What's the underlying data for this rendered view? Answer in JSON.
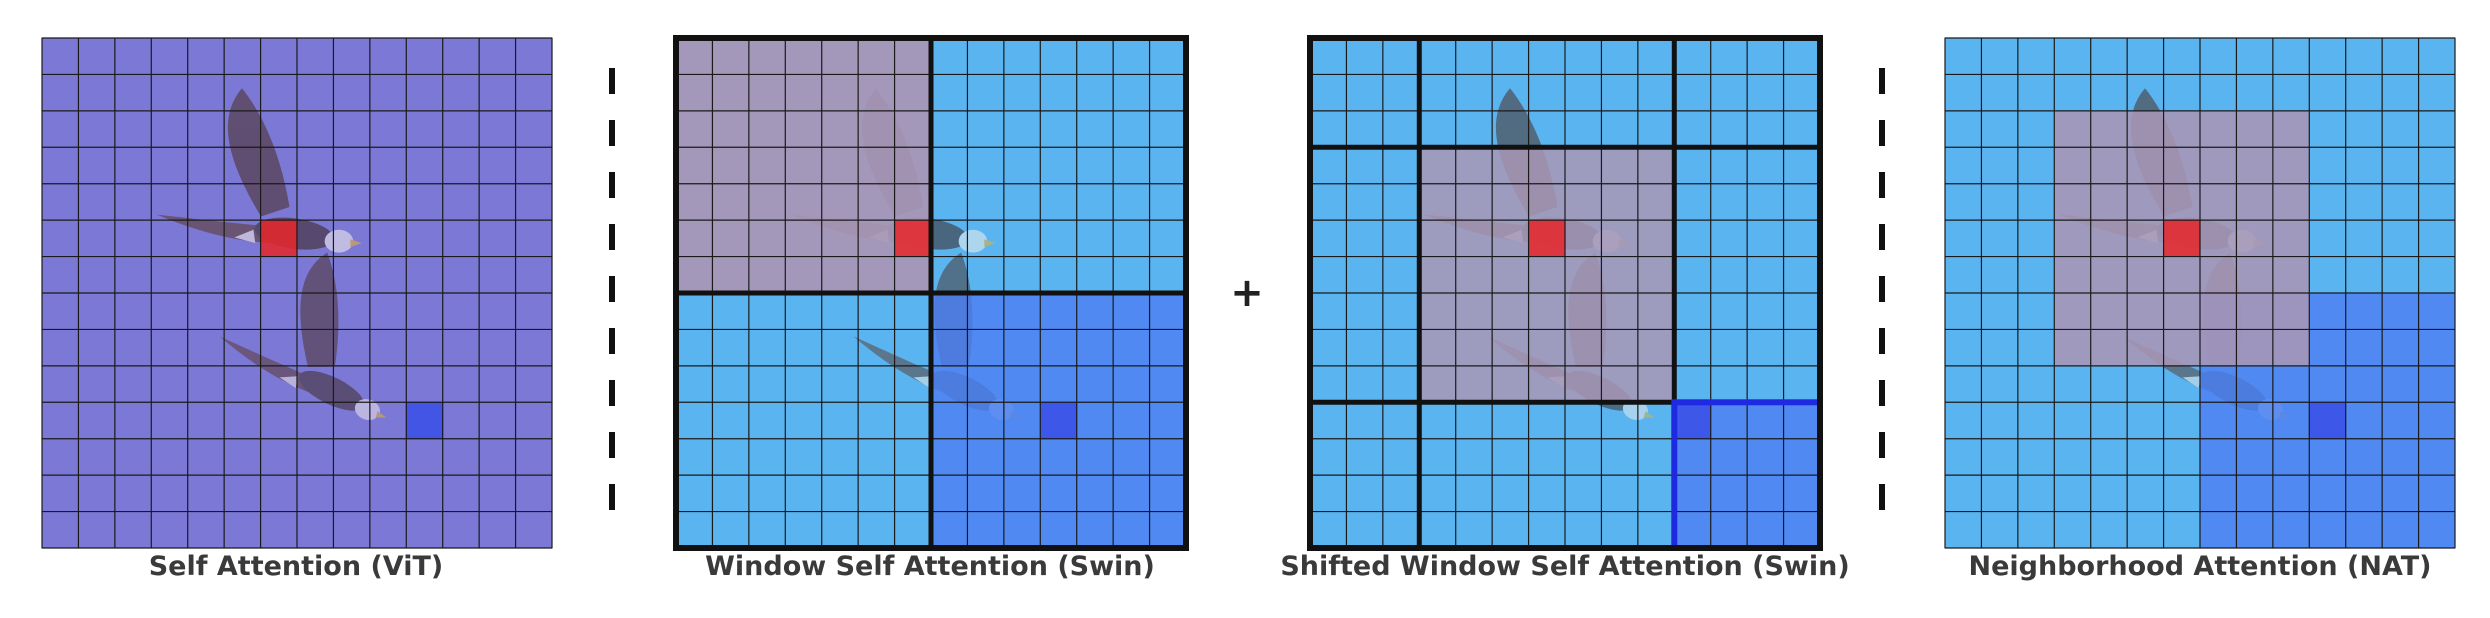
{
  "captions": {
    "vit": "Self Attention (ViT)",
    "swin": "Window Self Attention (Swin)",
    "shifted": "Shifted Window Self Attention (Swin)",
    "nat": "Neighborhood Attention (NAT)"
  },
  "plus_symbol": "+",
  "colors": {
    "sky": "#5ab4f0",
    "vit_overlay": "#7f74d4",
    "query_red": "#e8262a",
    "query_blue": "#3a4fe6",
    "red_region": "#a996b5",
    "blue_region": "#4d7ff0",
    "grid_line": "#1a1a1a",
    "window_line": "#111111",
    "blue_window_border": "#1f2ae0"
  },
  "grid_cells_per_side": 14
}
